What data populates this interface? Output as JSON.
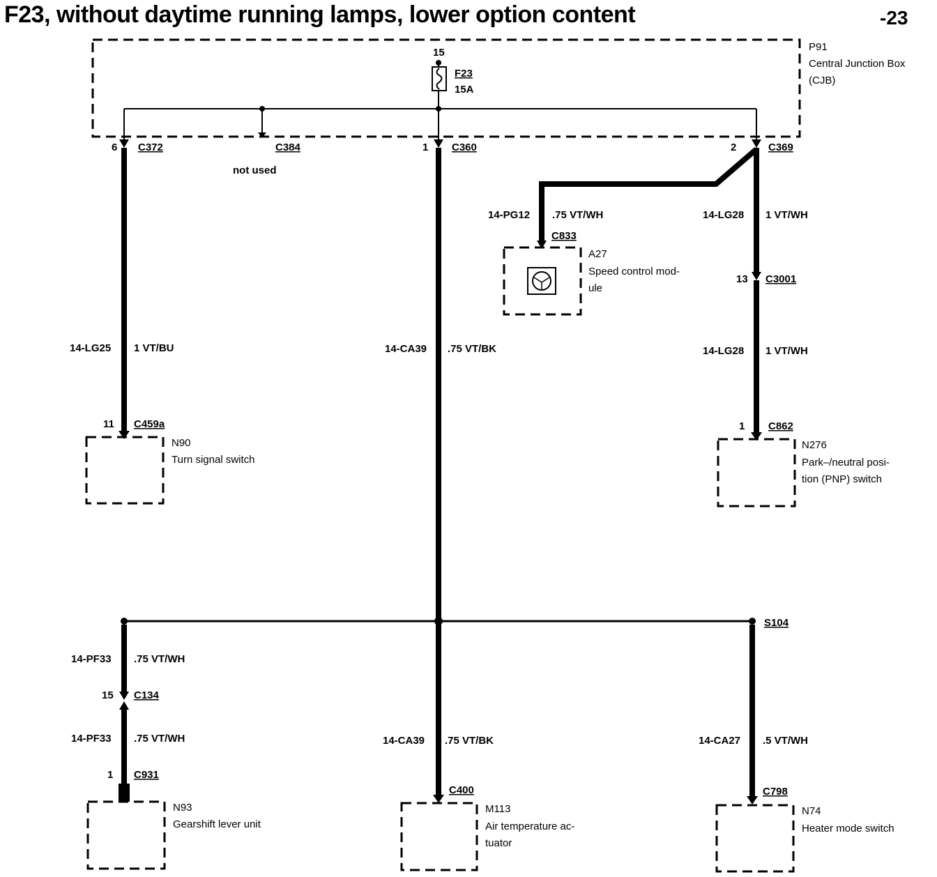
{
  "header": {
    "title": "F23, without daytime running lamps, lower option content",
    "page": "-23"
  },
  "cjb": {
    "id": "P91",
    "name_line1": "Central Junction Box",
    "name_line2": "(CJB)",
    "pin": "15",
    "fuse_id": "F23",
    "fuse_rating": "15A"
  },
  "connectors": {
    "c372": {
      "id": "C372",
      "pin": "6"
    },
    "c384": {
      "id": "C384",
      "note": "not used"
    },
    "c360": {
      "id": "C360",
      "pin": "1"
    },
    "c369": {
      "id": "C369",
      "pin": "2"
    },
    "c833": {
      "id": "C833"
    },
    "c3001": {
      "id": "C3001",
      "pin": "13"
    },
    "c459a": {
      "id": "C459a",
      "pin": "11"
    },
    "c862": {
      "id": "C862",
      "pin": "1"
    },
    "s104": {
      "id": "S104"
    },
    "c134": {
      "id": "C134",
      "pin": "15"
    },
    "c931": {
      "id": "C931",
      "pin": "1"
    },
    "c400": {
      "id": "C400"
    },
    "c798": {
      "id": "C798"
    }
  },
  "wires": {
    "lg25": {
      "code": "14-LG25",
      "spec": "1 VT/BU"
    },
    "ca39_top": {
      "code": "14-CA39",
      "spec": ".75 VT/BK"
    },
    "pg12": {
      "code": "14-PG12",
      "spec": ".75 VT/WH"
    },
    "lg28_top": {
      "code": "14-LG28",
      "spec": "1 VT/WH"
    },
    "lg28_bottom": {
      "code": "14-LG28",
      "spec": "1 VT/WH"
    },
    "pf33_top": {
      "code": "14-PF33",
      "spec": ".75 VT/WH"
    },
    "pf33_bottom": {
      "code": "14-PF33",
      "spec": ".75 VT/WH"
    },
    "ca39_bottom": {
      "code": "14-CA39",
      "spec": ".75 VT/BK"
    },
    "ca27": {
      "code": "14-CA27",
      "spec": ".5 VT/WH"
    }
  },
  "components": {
    "a27": {
      "id": "A27",
      "line1": "Speed control mod-",
      "line2": "ule"
    },
    "n90": {
      "id": "N90",
      "line1": "Turn signal switch"
    },
    "n276": {
      "id": "N276",
      "line1": "Park–/neutral posi-",
      "line2": "tion (PNP) switch"
    },
    "n93": {
      "id": "N93",
      "line1": "Gearshift lever unit"
    },
    "m113": {
      "id": "M113",
      "line1": "Air temperature ac-",
      "line2": "tuator"
    },
    "n74": {
      "id": "N74",
      "line1": "Heater mode switch"
    }
  }
}
